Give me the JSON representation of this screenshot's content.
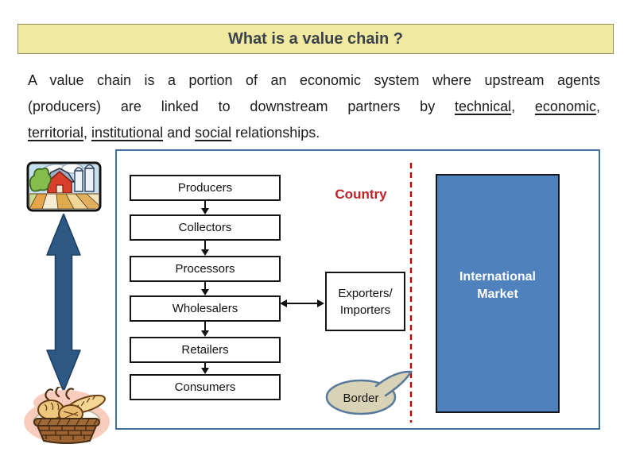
{
  "title_bar": {
    "label": "What is a value chain ?"
  },
  "intro": {
    "line1": "A value chain is a portion of an economic system where upstream agents",
    "line2": {
      "pre": "(producers) are linked to downstream partners by ",
      "u1": "technical",
      "sep": ", ",
      "u2": "economic",
      "end": ","
    },
    "line3": {
      "u1": "territorial",
      "sep1": ", ",
      "u2": "institutional",
      "sep2": " and ",
      "u3": "social",
      "end": " relationships."
    }
  },
  "diagram": {
    "country_label": "Country",
    "chain": [
      "Producers",
      "Collectors",
      "Processors",
      "Wholesalers",
      "Retailers",
      "Consumers"
    ],
    "exporters_line1": "Exporters/",
    "exporters_line2": "Importers",
    "market_label": "International Market",
    "border_label": "Border"
  },
  "icons": {
    "farm": "farm-clipart",
    "double_arrow": "vertical-double-arrow",
    "basket": "bread-basket-clipart"
  },
  "colors": {
    "title_bg": "#F1E9A0",
    "title_border": "#8F8F5A",
    "container_border": "#41719C",
    "market_fill": "#4F81BD",
    "border_dash_red": "#C00000",
    "country_red": "#BE2228",
    "bubble_fill": "#D8D3B7",
    "bubble_stroke": "#59799A",
    "arrow_blue": "#2C5883"
  }
}
